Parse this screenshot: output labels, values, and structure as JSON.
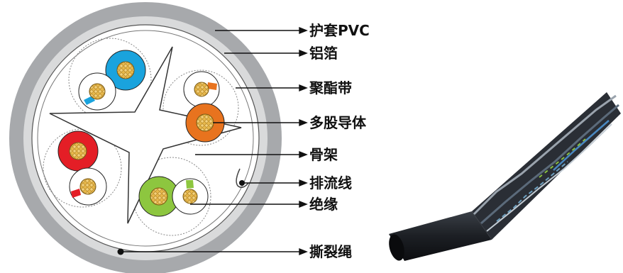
{
  "labels": {
    "jacket": "护套PVC",
    "foil": "铝箔",
    "polyester_tape": "聚酯带",
    "stranded_conductor": "多股导体",
    "skeleton": "骨架",
    "drain_wire": "排流线",
    "insulation": "绝缘",
    "ripcord": "撕裂绳"
  },
  "colors": {
    "jacket": "#a7a9ac",
    "foil": "#d9dadb",
    "blue": "#1aa3dd",
    "orange": "#e8731e",
    "red": "#e41e26",
    "green": "#8dc63f",
    "copper": "#e8b84a",
    "cable_photo": "#1c1f24"
  }
}
